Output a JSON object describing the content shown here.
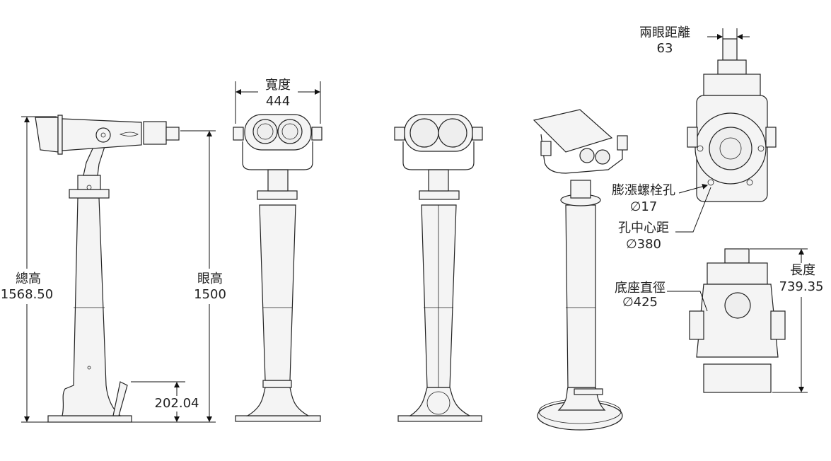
{
  "side_view": {
    "total_height_label": "總高",
    "total_height_value": "1568.50",
    "eye_height_label": "眼高",
    "eye_height_value": "1500",
    "base_height_value": "202.04"
  },
  "front_view": {
    "width_label": "寬度",
    "width_value": "444"
  },
  "top_view": {
    "eye_distance_label": "兩眼距離",
    "eye_distance_value": "63",
    "bolt_hole_label": "膨漲螺栓孔",
    "bolt_hole_value": "∅17",
    "hole_center_label": "孔中心距",
    "hole_center_value": "∅380",
    "base_diameter_label": "底座直徑",
    "base_diameter_value": "∅425"
  },
  "bottom_view": {
    "length_label": "長度",
    "length_value": "739.35"
  }
}
